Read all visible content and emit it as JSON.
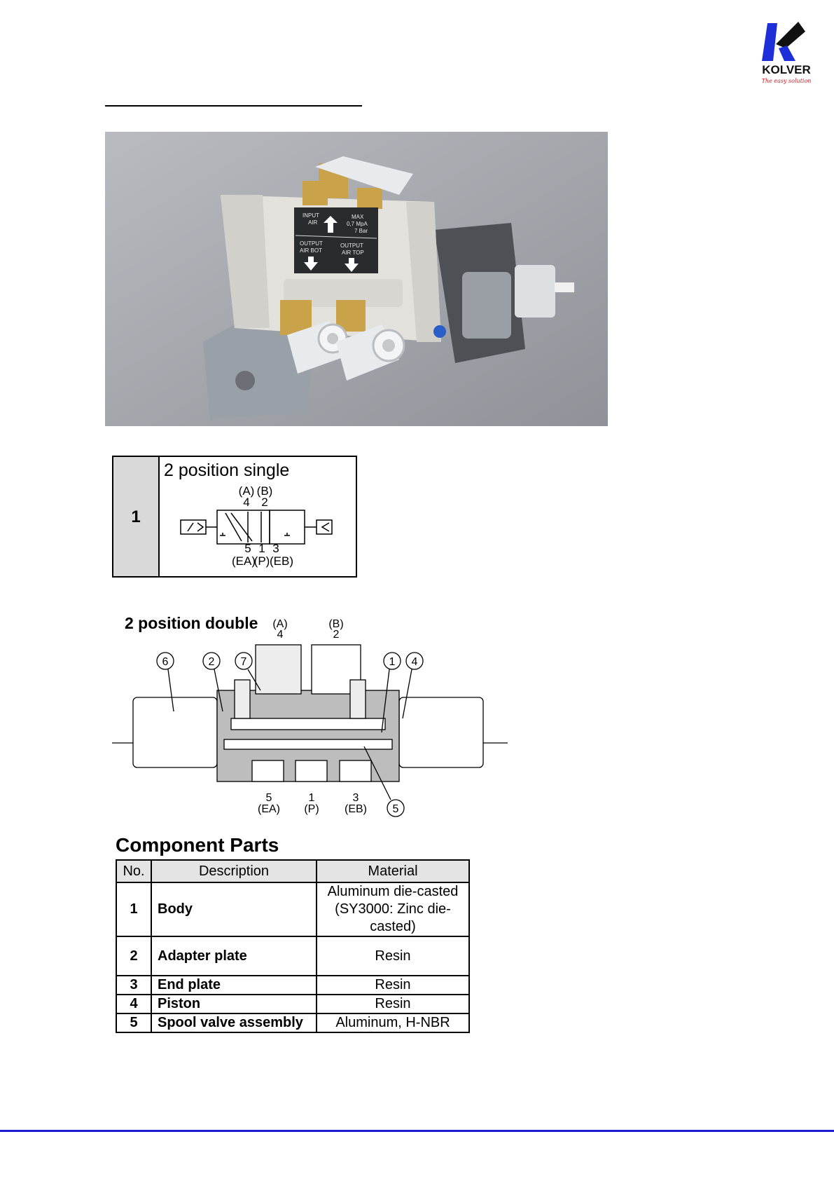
{
  "logo": {
    "brand": "KOLVER",
    "tagline": "The easy solution",
    "colors": {
      "primary": "#1c2fd8",
      "dark": "#111111",
      "accent": "#d0202a"
    }
  },
  "photo": {
    "label_lines": [
      "INPUT",
      "AIR",
      "MAX",
      "0,7 MpA",
      "7 Bar",
      "OUTPUT",
      "AIR BOT",
      "OUTPUT",
      "AIR TOP"
    ]
  },
  "single": {
    "number": "1",
    "title": "2 position single",
    "port_labels_top": [
      "(A)",
      "(B)",
      "4",
      "2"
    ],
    "port_labels_bottom": [
      "5",
      "1",
      "3",
      "(EA)",
      "(P)",
      "(EB)"
    ]
  },
  "double": {
    "title": "2 position double",
    "top_ports": [
      "(A)",
      "4",
      "(B)",
      "2"
    ],
    "bottom_ports": [
      "5",
      "1",
      "3",
      "(EA)",
      "(P)",
      "(EB)"
    ],
    "callouts": [
      "6",
      "2",
      "7",
      "1",
      "4",
      "5"
    ]
  },
  "parts": {
    "title": "Component Parts",
    "headers": [
      "No.",
      "Description",
      "Material"
    ],
    "rows": [
      {
        "no": "1",
        "desc": "Body",
        "mat1": "Aluminum die-casted",
        "mat2": "(SY3000: Zinc die-casted)"
      },
      {
        "no": "2",
        "desc": "Adapter plate",
        "mat1": "Resin",
        "mat2": ""
      },
      {
        "no": "3",
        "desc": "End plate",
        "mat1": "Resin",
        "mat2": ""
      },
      {
        "no": "4",
        "desc": "Piston",
        "mat1": "Resin",
        "mat2": ""
      },
      {
        "no": "5",
        "desc": "Spool valve assembly",
        "mat1": "Aluminum, H-NBR",
        "mat2": ""
      }
    ]
  },
  "footer": {
    "rule_color": "#1b1bd6"
  }
}
